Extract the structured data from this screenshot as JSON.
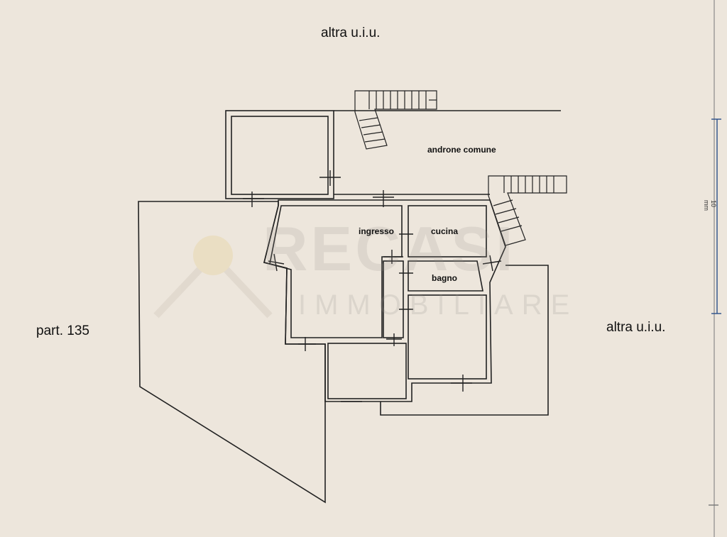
{
  "labels": {
    "top_neighbor": "altra u.i.u.",
    "right_neighbor": "altra u.i.u.",
    "left_parcel": "part. 135",
    "common_hall": "androne comune",
    "entrance": "ingresso",
    "kitchen": "cucina",
    "bathroom": "bagno"
  },
  "watermark": {
    "brand": "RECASI",
    "sub": "IMMOBILIARE"
  },
  "scale_text": "10 mm",
  "colors": {
    "paper": "#ede6dc",
    "lines": "#222222",
    "scale_line": "#2a4f8a",
    "watermark": "#d8cfc4"
  }
}
